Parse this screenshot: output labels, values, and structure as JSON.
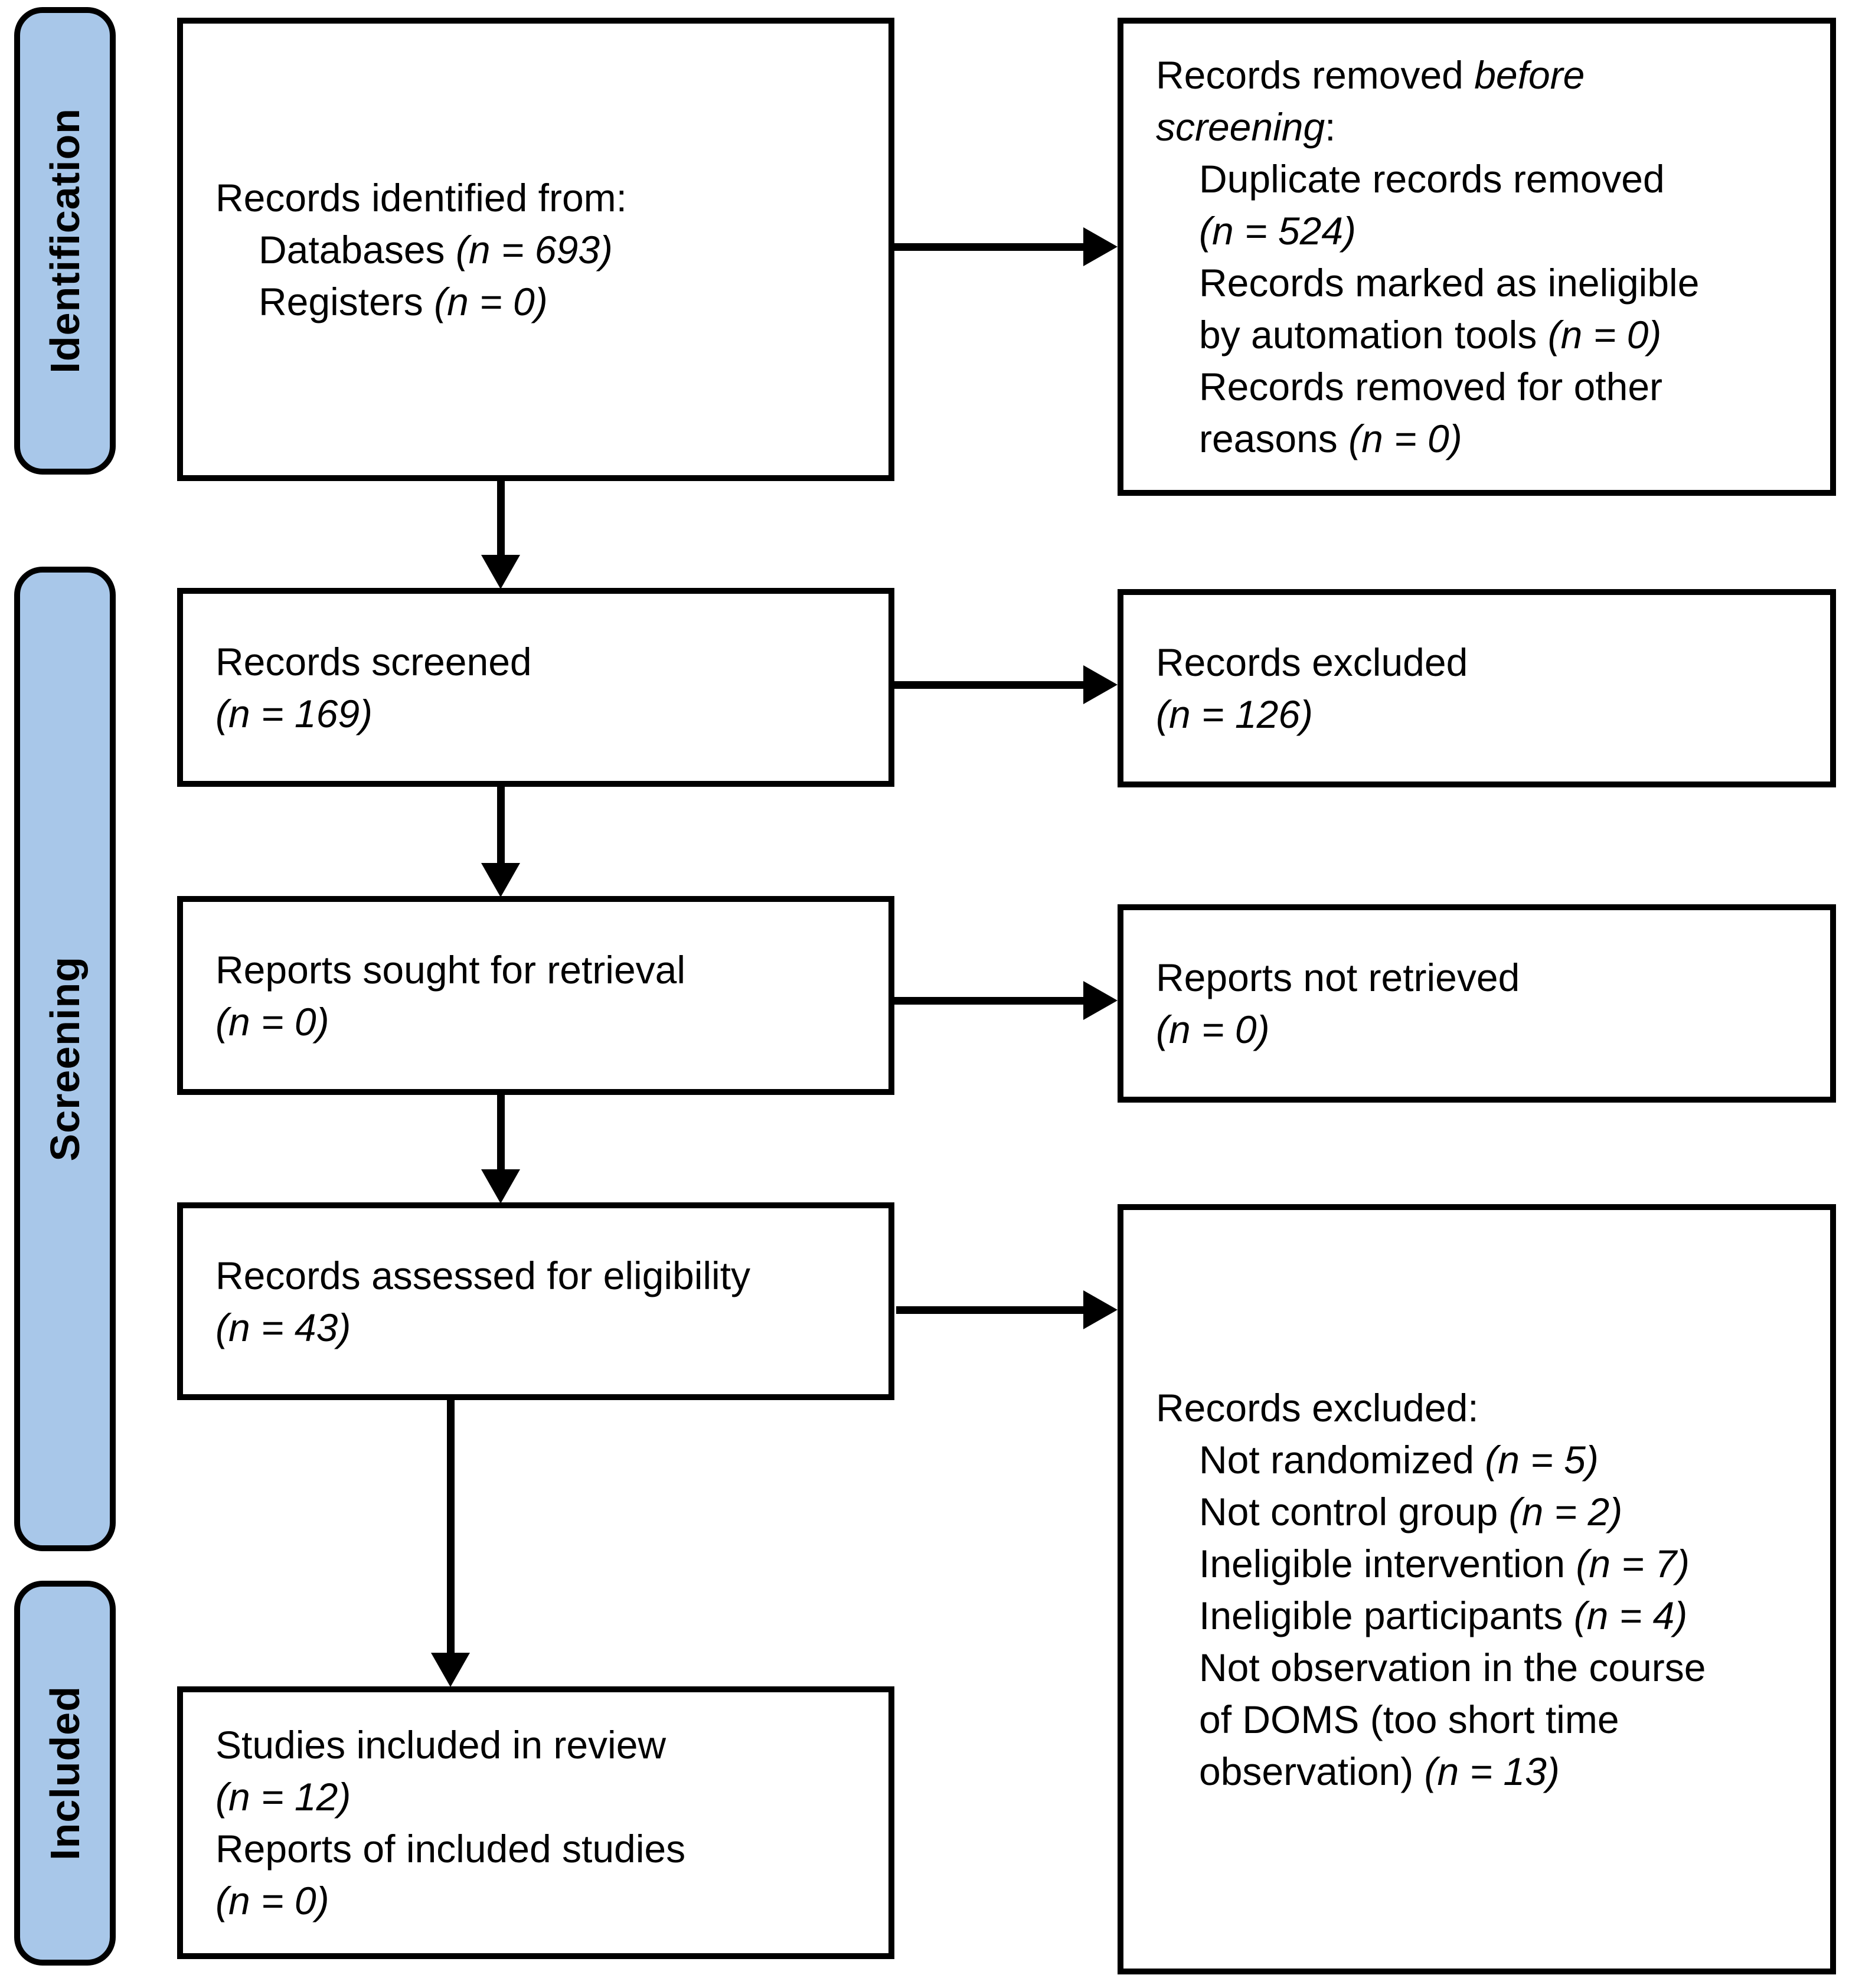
{
  "figure": {
    "type": "prisma-flow-diagram",
    "background_color": "#ffffff",
    "stage_fill_color": "#a8c7e9",
    "line_color": "#000000"
  },
  "sidebar": {
    "items": [
      {
        "id": "identification",
        "label": "Identification"
      },
      {
        "id": "screening",
        "label": "Screening"
      },
      {
        "id": "included",
        "label": "Included"
      }
    ]
  },
  "boxes": {
    "records_identified": {
      "lines": [
        {
          "indent": false,
          "segments": [
            {
              "text": "Records identified from:",
              "italic": false
            }
          ]
        },
        {
          "indent": true,
          "segments": [
            {
              "text": "Databases ",
              "italic": false
            },
            {
              "text": "(n = 693)",
              "italic": true
            }
          ]
        },
        {
          "indent": true,
          "segments": [
            {
              "text": "Registers ",
              "italic": false
            },
            {
              "text": "(n = 0)",
              "italic": true
            }
          ]
        }
      ]
    },
    "records_removed": {
      "lines": [
        {
          "indent": false,
          "segments": [
            {
              "text": "Records removed ",
              "italic": false
            },
            {
              "text": "before",
              "italic": true
            }
          ]
        },
        {
          "indent": false,
          "segments": [
            {
              "text": "screening",
              "italic": true
            },
            {
              "text": ":",
              "italic": false
            }
          ]
        },
        {
          "indent": true,
          "segments": [
            {
              "text": "Duplicate records removed",
              "italic": false
            }
          ]
        },
        {
          "indent": true,
          "segments": [
            {
              "text": "(n = 524)",
              "italic": true
            }
          ]
        },
        {
          "indent": true,
          "segments": [
            {
              "text": "Records marked as ineligible",
              "italic": false
            }
          ]
        },
        {
          "indent": true,
          "segments": [
            {
              "text": "by automation tools ",
              "italic": false
            },
            {
              "text": "(n = 0)",
              "italic": true
            }
          ]
        },
        {
          "indent": true,
          "segments": [
            {
              "text": "Records removed for other",
              "italic": false
            }
          ]
        },
        {
          "indent": true,
          "segments": [
            {
              "text": "reasons ",
              "italic": false
            },
            {
              "text": "(n = 0)",
              "italic": true
            }
          ]
        }
      ]
    },
    "records_screened": {
      "lines": [
        {
          "indent": false,
          "segments": [
            {
              "text": "Records screened",
              "italic": false
            }
          ]
        },
        {
          "indent": false,
          "segments": [
            {
              "text": "(n = 169)",
              "italic": true
            }
          ]
        }
      ]
    },
    "records_excluded": {
      "lines": [
        {
          "indent": false,
          "segments": [
            {
              "text": "Records excluded",
              "italic": false
            }
          ]
        },
        {
          "indent": false,
          "segments": [
            {
              "text": "(n = 126)",
              "italic": true
            }
          ]
        }
      ]
    },
    "reports_sought": {
      "lines": [
        {
          "indent": false,
          "segments": [
            {
              "text": "Reports sought for retrieval",
              "italic": false
            }
          ]
        },
        {
          "indent": false,
          "segments": [
            {
              "text": "(n = 0)",
              "italic": true
            }
          ]
        }
      ]
    },
    "reports_not_retrieved": {
      "lines": [
        {
          "indent": false,
          "segments": [
            {
              "text": "Reports not retrieved",
              "italic": false
            }
          ]
        },
        {
          "indent": false,
          "segments": [
            {
              "text": "(n = 0)",
              "italic": true
            }
          ]
        }
      ]
    },
    "records_assessed": {
      "lines": [
        {
          "indent": false,
          "segments": [
            {
              "text": "Records assessed for eligibility",
              "italic": false
            }
          ]
        },
        {
          "indent": false,
          "segments": [
            {
              "text": "(n = 43)",
              "italic": true
            }
          ]
        }
      ]
    },
    "records_excluded_reasons": {
      "lines": [
        {
          "indent": false,
          "segments": [
            {
              "text": "Records excluded:",
              "italic": false
            }
          ]
        },
        {
          "indent": true,
          "segments": [
            {
              "text": "Not randomized ",
              "italic": false
            },
            {
              "text": "(n = 5)",
              "italic": true
            }
          ]
        },
        {
          "indent": true,
          "segments": [
            {
              "text": "Not control group ",
              "italic": false
            },
            {
              "text": "(n = 2)",
              "italic": true
            }
          ]
        },
        {
          "indent": true,
          "segments": [
            {
              "text": "Ineligible intervention ",
              "italic": false
            },
            {
              "text": "(n = 7)",
              "italic": true
            }
          ]
        },
        {
          "indent": true,
          "segments": [
            {
              "text": "Ineligible participants ",
              "italic": false
            },
            {
              "text": "(n = 4)",
              "italic": true
            }
          ]
        },
        {
          "indent": true,
          "segments": [
            {
              "text": "Not observation in the course",
              "italic": false
            }
          ]
        },
        {
          "indent": true,
          "segments": [
            {
              "text": "of DOMS (too short time",
              "italic": false
            }
          ]
        },
        {
          "indent": true,
          "segments": [
            {
              "text": "observation) ",
              "italic": false
            },
            {
              "text": "(n = 13)",
              "italic": true
            }
          ]
        }
      ]
    },
    "studies_included": {
      "lines": [
        {
          "indent": false,
          "segments": [
            {
              "text": "Studies included in review",
              "italic": false
            }
          ]
        },
        {
          "indent": false,
          "segments": [
            {
              "text": "(n = 12)",
              "italic": true
            }
          ]
        },
        {
          "indent": false,
          "segments": [
            {
              "text": "Reports of included studies",
              "italic": false
            }
          ]
        },
        {
          "indent": false,
          "segments": [
            {
              "text": "(n = 0)",
              "italic": true
            }
          ]
        }
      ]
    }
  }
}
